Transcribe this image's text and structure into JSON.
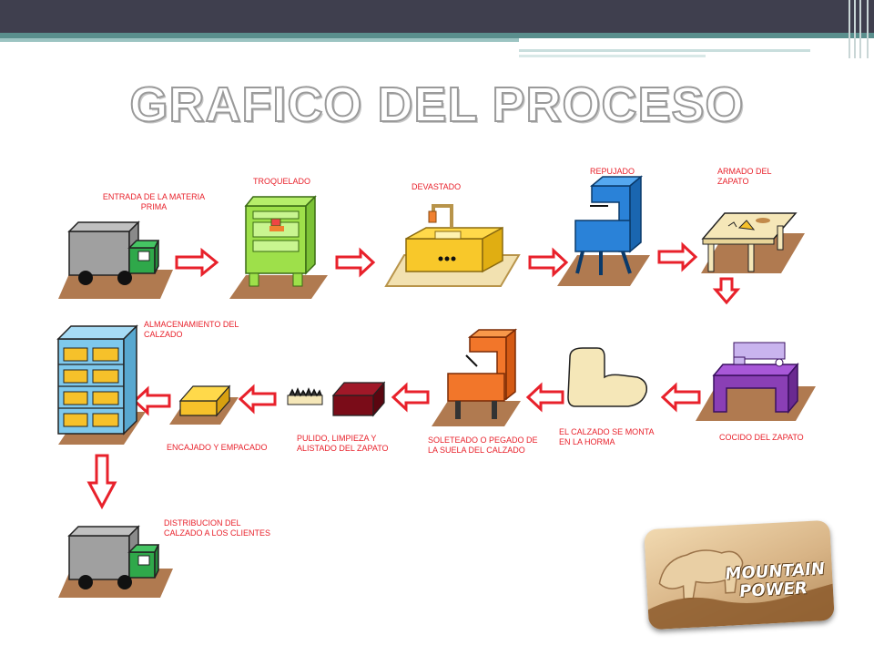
{
  "title": "GRAFICO DEL PROCESO",
  "steps": {
    "entrada": "ENTRADA DE LA MATERIA\nPRIMA",
    "troquelado": "TROQUELADO",
    "devastado": "DEVASTADO",
    "repujado": "REPUJADO",
    "armado": "ARMADO DEL\nZAPATO",
    "almacenamiento": "ALMACENAMIENTO DEL\nCALZADO",
    "cocido": "COCIDO DEL ZAPATO",
    "horma": "EL CALZADO SE MONTA\nEN LA HORMA",
    "soleteado": "SOLETEADO O PEGADO DE\nLA SUELA DEL CALZADO",
    "pulido": "PULIDO, LIMPIEZA Y\nALISTADO DEL ZAPATO",
    "encajado": "ENCAJADO Y EMPACADO",
    "distribucion": "DISTRIBUCION DEL\nCALZADO A LOS CLIENTES"
  },
  "logo": {
    "line1": "MOUNTAIN",
    "line2": "POWER"
  },
  "colors": {
    "arrow": "#e8212b",
    "label": "#e8212b",
    "ground": "#b07a50",
    "header": "#3f3f4e"
  }
}
